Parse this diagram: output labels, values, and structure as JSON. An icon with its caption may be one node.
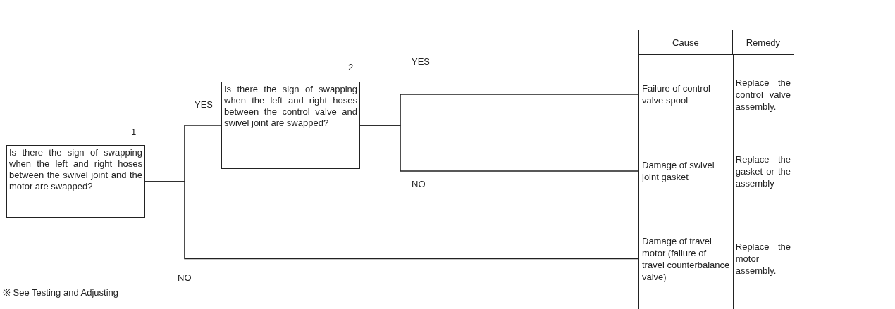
{
  "diagram": {
    "nodes": [
      {
        "text": [
          "Is there the sign of swapping when the left and right hoses between the swivel joint and the motor are swapped?"
        ],
        "beside": [
          "1"
        ]
      },
      {
        "text": [
          "Is there the sign of swapping when the left and right hoses between the control valve and swivel joint are swapped?"
        ],
        "beside": [
          "2"
        ]
      },
      {
        "text": [
          "Failure of control valve spool",
          "Replace the control valve assembly."
        ]
      },
      {
        "text": [
          "Damage of swivel joint gasket",
          "Replace the gasket or the assembly"
        ]
      },
      {
        "text": [
          "Damage of travel motor (failure of travel counterbalance valve)",
          "Replace the motor assembly."
        ]
      }
    ],
    "edges": [
      {
        "from": 0,
        "to": 1,
        "arrow": "none",
        "label": "YES"
      },
      {
        "from": 1,
        "to": 2,
        "arrow": "none",
        "label": "YES"
      },
      {
        "from": 1,
        "to": 3,
        "arrow": "none",
        "label": "NO"
      },
      {
        "from": 0,
        "to": 4,
        "arrow": "none",
        "label": "NO"
      }
    ],
    "labels": [
      "Cause",
      "Remedy",
      "※ See Testing and Adjusting"
    ]
  }
}
